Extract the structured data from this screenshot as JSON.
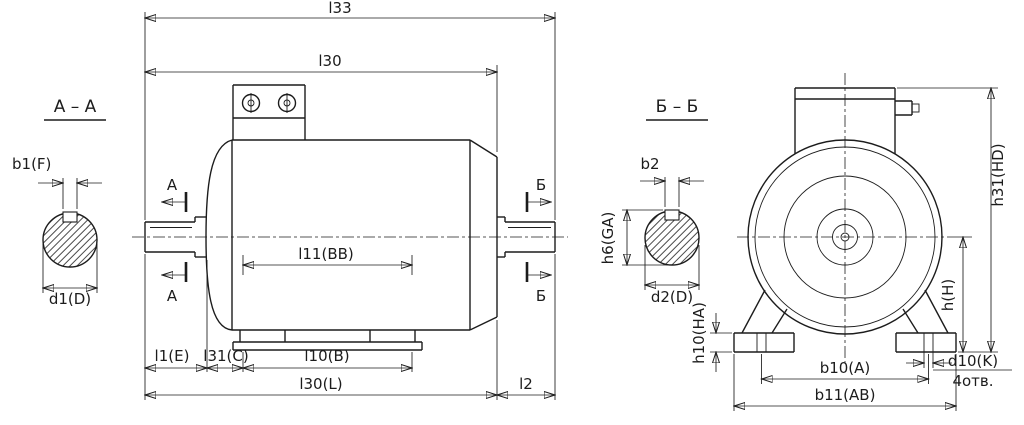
{
  "drawing": {
    "section_a": {
      "title": "А – А",
      "dim_width": "b1(F)",
      "dim_diameter": "d1(D)"
    },
    "section_b": {
      "title": "Б – Б",
      "dim_width": "b2",
      "dim_height": "h6(GA)",
      "dim_diameter": "d2(D)"
    },
    "side": {
      "l33": "l33",
      "l30": "l30",
      "l11": "l11(BB)",
      "l1": "l1(E)",
      "l31": "l31(C)",
      "l10": "l10(B)",
      "l30l": "l30(L)",
      "l2": "l2",
      "cut_a": "А",
      "cut_b": "Б"
    },
    "front": {
      "h31": "h31(HD)",
      "h": "h(H)",
      "b10": "b10(A)",
      "d10": "d10(K)",
      "holes": "4отв.",
      "h10": "h10(HA)",
      "b11": "b11(AB)"
    },
    "colors": {
      "line": "#1c1c1c",
      "background": "#ffffff"
    }
  }
}
